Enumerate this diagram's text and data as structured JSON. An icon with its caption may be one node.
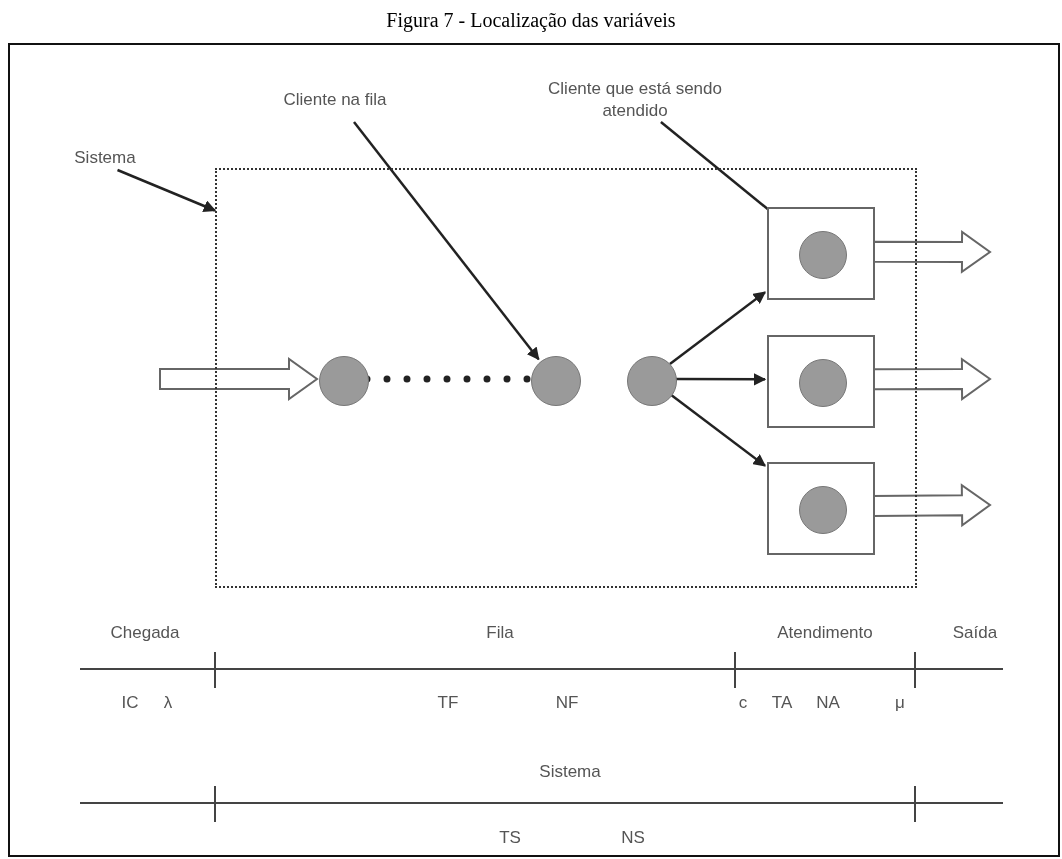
{
  "diagram": {
    "title": "Figura 7 - Localização das variáveis",
    "nodes": [
      {
        "text": [
          "Sistema"
        ]
      },
      {
        "text": [
          "Cliente na fila"
        ]
      },
      {
        "text": [
          "Cliente que está sendo atendido"
        ]
      },
      {
        "text": [],
        "shape": "box"
      },
      {
        "text": [],
        "shape": "circle",
        "in": 3
      },
      {
        "text": [],
        "shape": "circle",
        "in": 3
      },
      {
        "text": [],
        "shape": "circle",
        "in": 3
      },
      {
        "text": [],
        "shape": "box",
        "in": 3
      },
      {
        "text": [],
        "shape": "circle",
        "in": 7
      },
      {
        "text": [],
        "shape": "box",
        "in": 3
      },
      {
        "text": [],
        "shape": "circle",
        "in": 9
      },
      {
        "text": [],
        "shape": "box",
        "in": 3
      },
      {
        "text": [],
        "shape": "circle",
        "in": 11
      }
    ],
    "edges": [
      {
        "from": 0,
        "to": 3,
        "arrow": "to"
      },
      {
        "from": 1,
        "to": 5,
        "arrow": "to"
      },
      {
        "from": 2,
        "to": 8,
        "arrow": "to"
      },
      {
        "from": null,
        "to": 4,
        "arrow": "to",
        "style": "thick"
      },
      {
        "from": 4,
        "to": 5,
        "arrow": "none",
        "style": "dashed"
      },
      {
        "from": 6,
        "to": 7,
        "arrow": "to"
      },
      {
        "from": 6,
        "to": 9,
        "arrow": "to"
      },
      {
        "from": 6,
        "to": 11,
        "arrow": "to"
      },
      {
        "from": 7,
        "to": null,
        "arrow": "to",
        "style": "thick"
      },
      {
        "from": 9,
        "to": null,
        "arrow": "to",
        "style": "thick"
      },
      {
        "from": 11,
        "to": null,
        "arrow": "to",
        "style": "thick"
      }
    ],
    "labels": [
      "Chegada",
      "Fila",
      "Atendimento",
      "Saída",
      "IC",
      "λ",
      "TF",
      "NF",
      "c",
      "TA",
      "NA",
      "μ",
      "Sistema",
      "TS",
      "NS"
    ]
  }
}
